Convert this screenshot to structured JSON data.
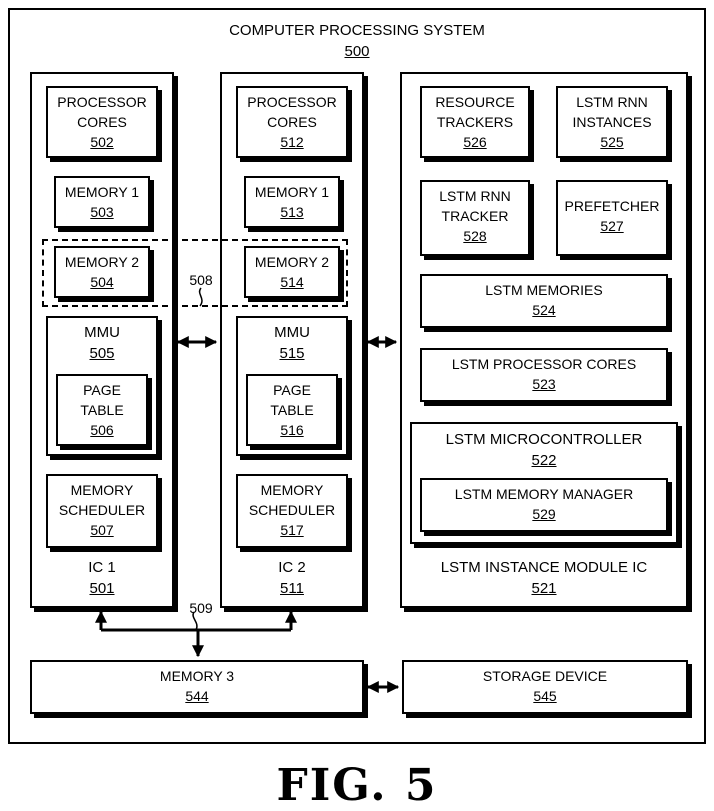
{
  "system": {
    "title": "COMPUTER PROCESSING SYSTEM",
    "num": "500"
  },
  "ic1": {
    "label": "IC 1",
    "num": "501",
    "cores": {
      "l1": "PROCESSOR",
      "l2": "CORES",
      "num": "502"
    },
    "mem1": {
      "label": "MEMORY 1",
      "num": "503"
    },
    "mem2": {
      "label": "MEMORY 2",
      "num": "504"
    },
    "mmu": {
      "label": "MMU",
      "num": "505"
    },
    "pt": {
      "l1": "PAGE",
      "l2": "TABLE",
      "num": "506"
    },
    "sched": {
      "l1": "MEMORY",
      "l2": "SCHEDULER",
      "num": "507"
    }
  },
  "ic2": {
    "label": "IC 2",
    "num": "511",
    "cores": {
      "l1": "PROCESSOR",
      "l2": "CORES",
      "num": "512"
    },
    "mem1": {
      "label": "MEMORY 1",
      "num": "513"
    },
    "mem2": {
      "label": "MEMORY 2",
      "num": "514"
    },
    "mmu": {
      "label": "MMU",
      "num": "515"
    },
    "pt": {
      "l1": "PAGE",
      "l2": "TABLE",
      "num": "516"
    },
    "sched": {
      "l1": "MEMORY",
      "l2": "SCHEDULER",
      "num": "517"
    }
  },
  "lstm": {
    "label": "LSTM INSTANCE MODULE IC",
    "num": "521",
    "trackers": {
      "l1": "RESOURCE",
      "l2": "TRACKERS",
      "num": "526"
    },
    "instances": {
      "l1": "LSTM RNN",
      "l2": "INSTANCES",
      "num": "525"
    },
    "rnn_tracker": {
      "l1": "LSTM RNN",
      "l2": "TRACKER",
      "num": "528"
    },
    "prefetcher": {
      "label": "PREFETCHER",
      "num": "527"
    },
    "memories": {
      "label": "LSTM MEMORIES",
      "num": "524"
    },
    "proc_cores": {
      "label": "LSTM PROCESSOR CORES",
      "num": "523"
    },
    "micro": {
      "label": "LSTM MICROCONTROLLER",
      "num": "522"
    },
    "memmgr": {
      "label": "LSTM MEMORY MANAGER",
      "num": "529"
    }
  },
  "ref508": "508",
  "ref509": "509",
  "mem3": {
    "label": "MEMORY 3",
    "num": "544"
  },
  "storage": {
    "label": "STORAGE DEVICE",
    "num": "545"
  },
  "figure": "FIG. 5"
}
